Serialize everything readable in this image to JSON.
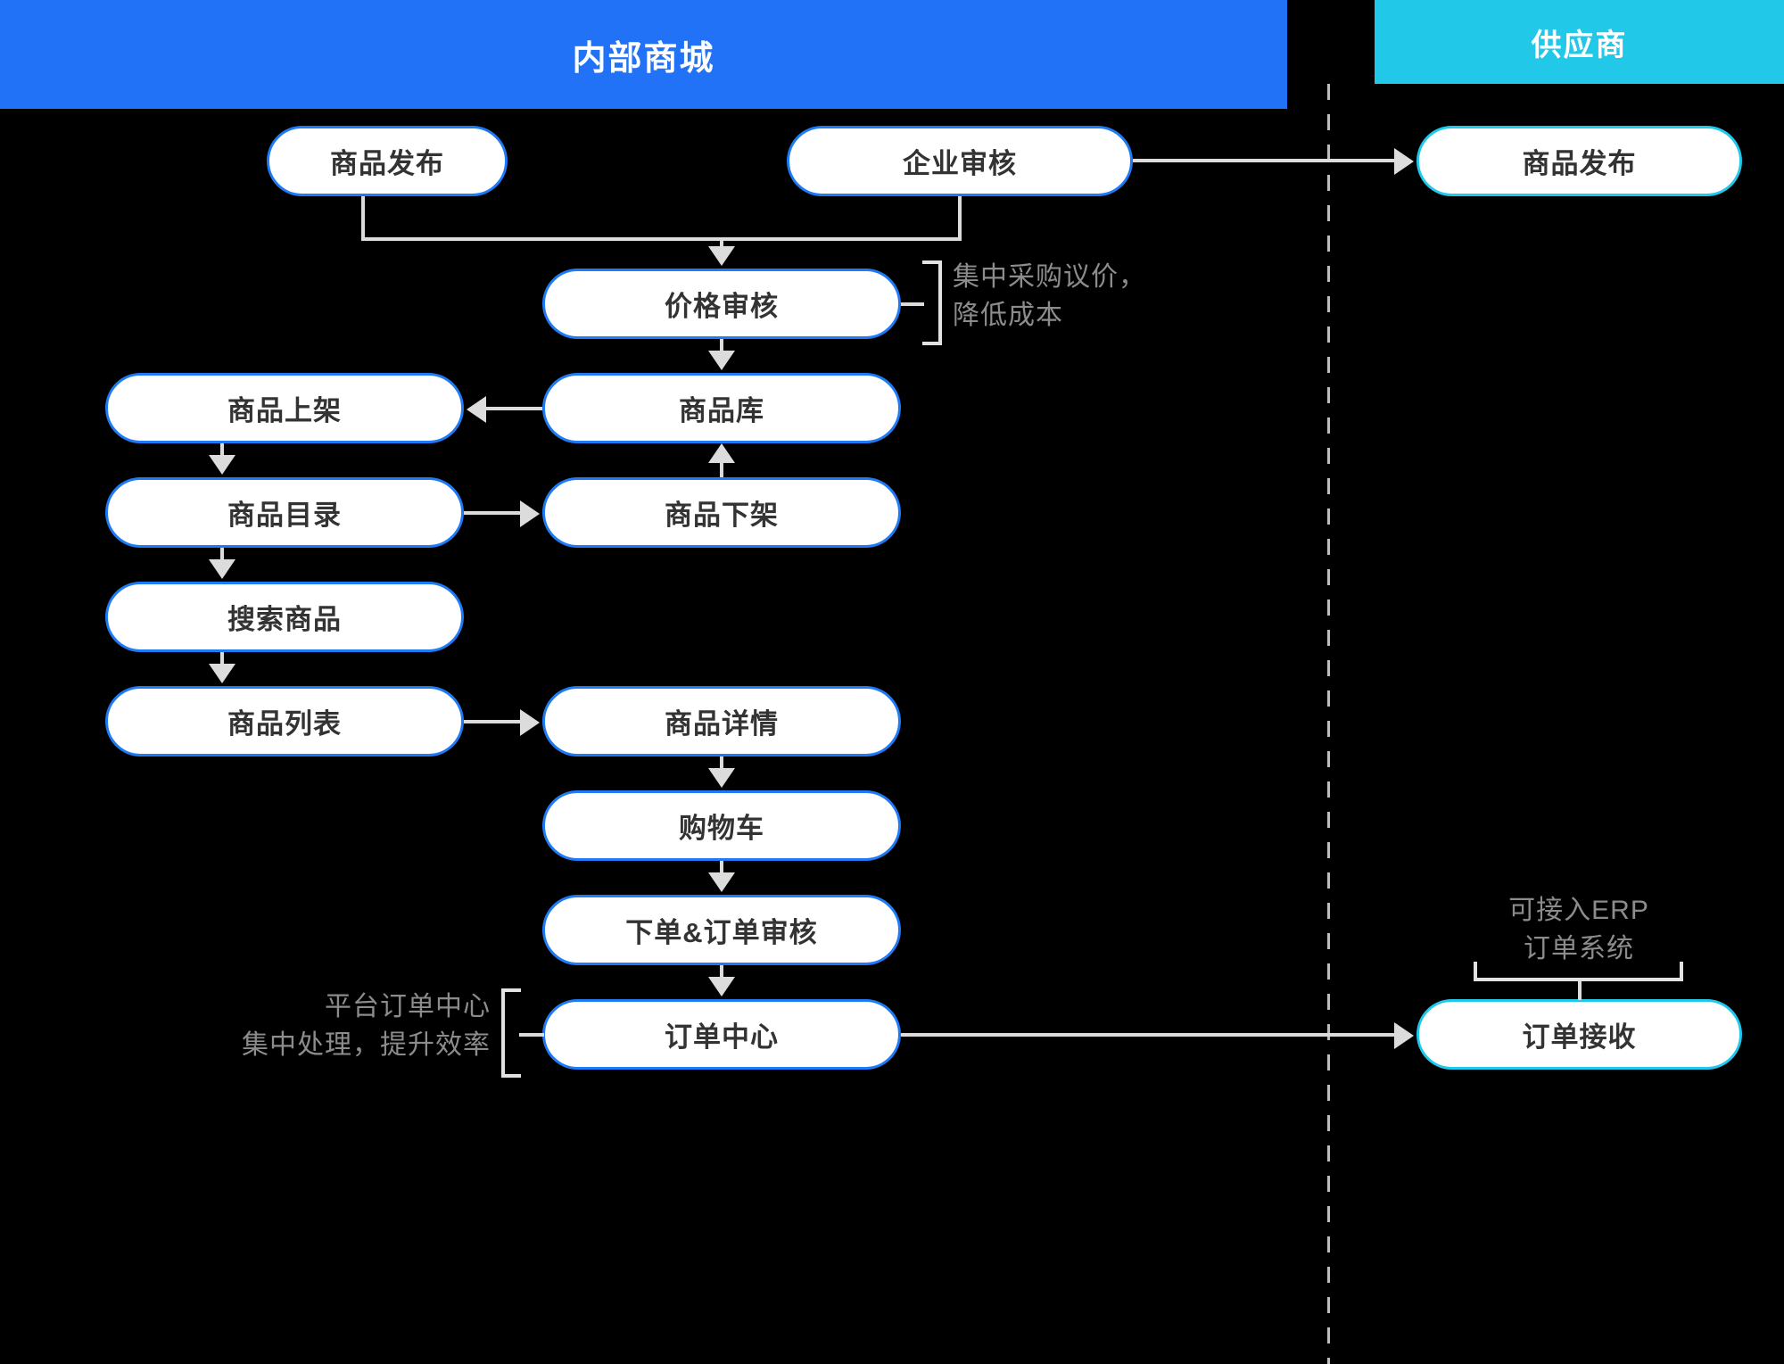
{
  "lanes": {
    "internal": {
      "title": "内部商城",
      "color": "#2272F8"
    },
    "supplier": {
      "title": "供应商",
      "color": "#21C8E8"
    }
  },
  "nodes": {
    "publish_internal": {
      "label": "商品发布"
    },
    "enterprise_review": {
      "label": "企业审核"
    },
    "price_review": {
      "label": "价格审核"
    },
    "product_library": {
      "label": "商品库"
    },
    "product_on_shelf": {
      "label": "商品上架"
    },
    "product_off_shelf": {
      "label": "商品下架"
    },
    "product_catalog": {
      "label": "商品目录"
    },
    "search_product": {
      "label": "搜索商品"
    },
    "product_list": {
      "label": "商品列表"
    },
    "product_detail": {
      "label": "商品详情"
    },
    "shopping_cart": {
      "label": "购物车"
    },
    "place_order_review": {
      "label": "下单&订单审核"
    },
    "order_center": {
      "label": "订单中心"
    },
    "publish_supplier": {
      "label": "商品发布"
    },
    "order_receive": {
      "label": "订单接收"
    }
  },
  "annotations": {
    "price_note": {
      "text": "集中采购议价，\n降低成本"
    },
    "order_note": {
      "text": "平台订单中心\n集中处理，提升效率"
    },
    "erp_note": {
      "text": "可接入ERP\n订单系统"
    }
  },
  "colors": {
    "background": "#000000",
    "node_fill": "#ffffff",
    "node_border_blue": "#1E7BF5",
    "node_border_cyan": "#1FC9EC",
    "connector": "#dcdcdc",
    "note_text": "#8c8c8c",
    "node_text": "#333333"
  }
}
